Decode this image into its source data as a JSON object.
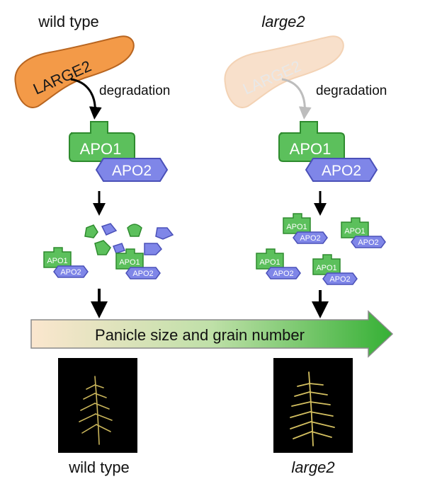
{
  "left": {
    "heading": "wild type",
    "enzyme": "LARGE2",
    "arrow_label": "degradation",
    "complex": {
      "a": "APO1",
      "b": "APO2"
    },
    "fragments": {
      "a": "APO1",
      "b": "APO2"
    },
    "caption": "wild type"
  },
  "right": {
    "heading": "large2",
    "enzyme": "LARGE2",
    "arrow_label": "degradation",
    "complex": {
      "a": "APO1",
      "b": "APO2"
    },
    "complexes": {
      "a": "APO1",
      "b": "APO2"
    },
    "caption": "large2"
  },
  "gradient_arrow": {
    "label": "Panicle size and grain number"
  },
  "colors": {
    "large2_active": "#F39A48",
    "large2_faded": "#F8E0CB",
    "apo1_fill": "#5CC05C",
    "apo1_stroke": "#2E8B2E",
    "apo2_fill": "#7F86E8",
    "apo2_stroke": "#4A50B8",
    "gradient_start": "#FBE6CE",
    "gradient_end": "#35B035"
  }
}
